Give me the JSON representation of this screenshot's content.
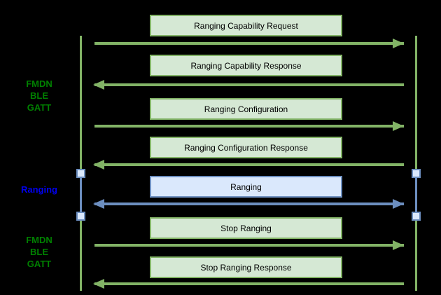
{
  "diagram": {
    "type": "sequence-diagram",
    "background_color": "#000000",
    "section_labels": [
      {
        "text": "FMDN\nBLE\nGATT",
        "color": "#008000"
      },
      {
        "text": "Ranging",
        "color": "#0000f0"
      },
      {
        "text": "FMDN\nBLE\nGATT",
        "color": "#008000"
      }
    ],
    "messages": [
      {
        "label": "Ranging Capability Request",
        "direction": "left-to-right",
        "theme": "green"
      },
      {
        "label": "Ranging Capability Response",
        "direction": "right-to-left",
        "theme": "green"
      },
      {
        "label": "Ranging Configuration",
        "direction": "left-to-right",
        "theme": "green"
      },
      {
        "label": "Ranging Configuration Response",
        "direction": "right-to-left",
        "theme": "green"
      },
      {
        "label": "Ranging",
        "direction": "bidirectional",
        "theme": "blue"
      },
      {
        "label": "Stop Ranging",
        "direction": "left-to-right",
        "theme": "green"
      },
      {
        "label": "Stop Ranging Response",
        "direction": "right-to-left",
        "theme": "green"
      }
    ],
    "colors": {
      "green_fill": "#d5e8d4",
      "green_stroke": "#82b366",
      "blue_fill": "#dae8fc",
      "blue_stroke": "#6c8ebf",
      "message_text": "#000000"
    }
  }
}
